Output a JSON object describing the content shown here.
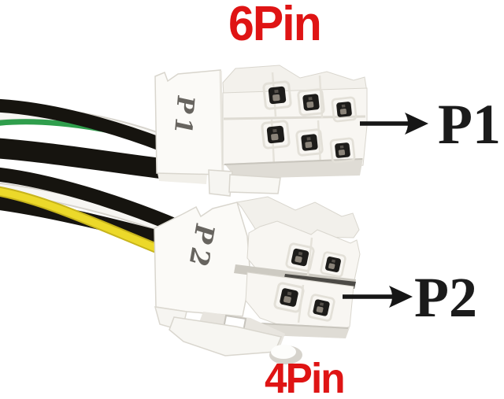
{
  "photo": {
    "description": "Close-up photo of two white nylon power connectors on a cable harness with black, white, green and yellow wires",
    "connectors": [
      {
        "pins": 6,
        "marking": "P1"
      },
      {
        "pins": 4,
        "marking": "P2"
      }
    ]
  },
  "annotations": {
    "top_label": "6Pin",
    "bottom_label": "4Pin",
    "pointers": [
      {
        "icon": "right-arrow",
        "label": "P1"
      },
      {
        "icon": "right-arrow",
        "label": "P2"
      }
    ]
  },
  "colors": {
    "label_red": "#df1414",
    "annotation_black": "#161616",
    "wire_black": "#16140f",
    "wire_green": "#2f9e4c",
    "wire_yellow": "#e7d226",
    "connector_white": "#f8f6f2"
  }
}
